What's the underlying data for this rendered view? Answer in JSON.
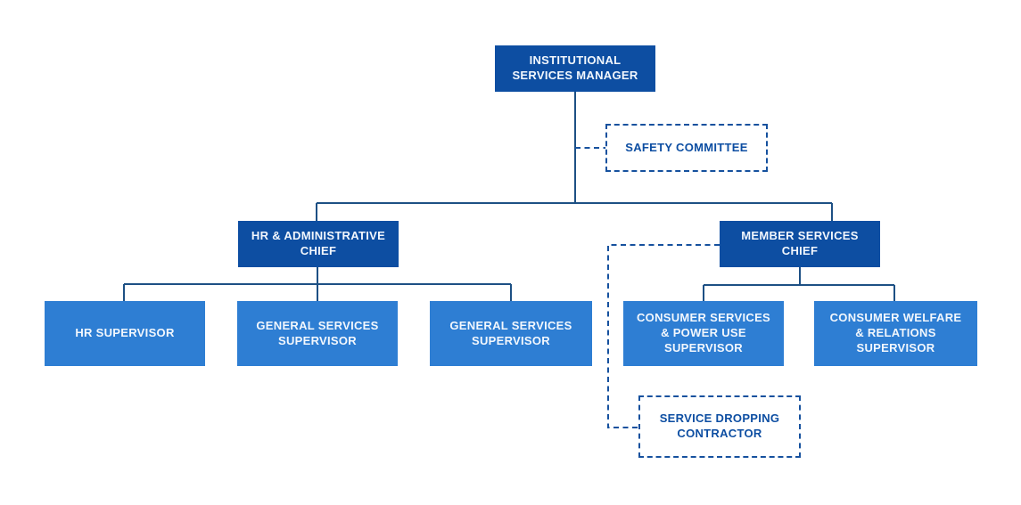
{
  "org_chart": {
    "colors": {
      "dark_box": "#0d4ea2",
      "light_box": "#2e7ed3",
      "connector_line": "#1d5084",
      "dashed_line": "#16519e",
      "box_text": "#f2f7fd",
      "dashed_box_text": "#0d4ea2",
      "background": "#ffffff"
    },
    "nodes": {
      "manager": "INSTITUTIONAL\nSERVICES MANAGER",
      "safety_committee": "SAFETY COMMITTEE",
      "hr_admin_chief": "HR & ADMINISTRATIVE\nCHIEF",
      "member_services_chief": "MEMBER SERVICES\nCHIEF",
      "hr_supervisor": "HR SUPERVISOR",
      "general_services_supervisor_1": "GENERAL SERVICES\nSUPERVISOR",
      "general_services_supervisor_2": "GENERAL SERVICES\nSUPERVISOR",
      "consumer_services_power_use_supervisor": "CONSUMER SERVICES\n& POWER USE\nSUPERVISOR",
      "consumer_welfare_relations_supervisor": "CONSUMER WELFARE\n& RELATIONS\nSUPERVISOR",
      "service_dropping_contractor": "SERVICE DROPPING\nCONTRACTOR"
    }
  }
}
